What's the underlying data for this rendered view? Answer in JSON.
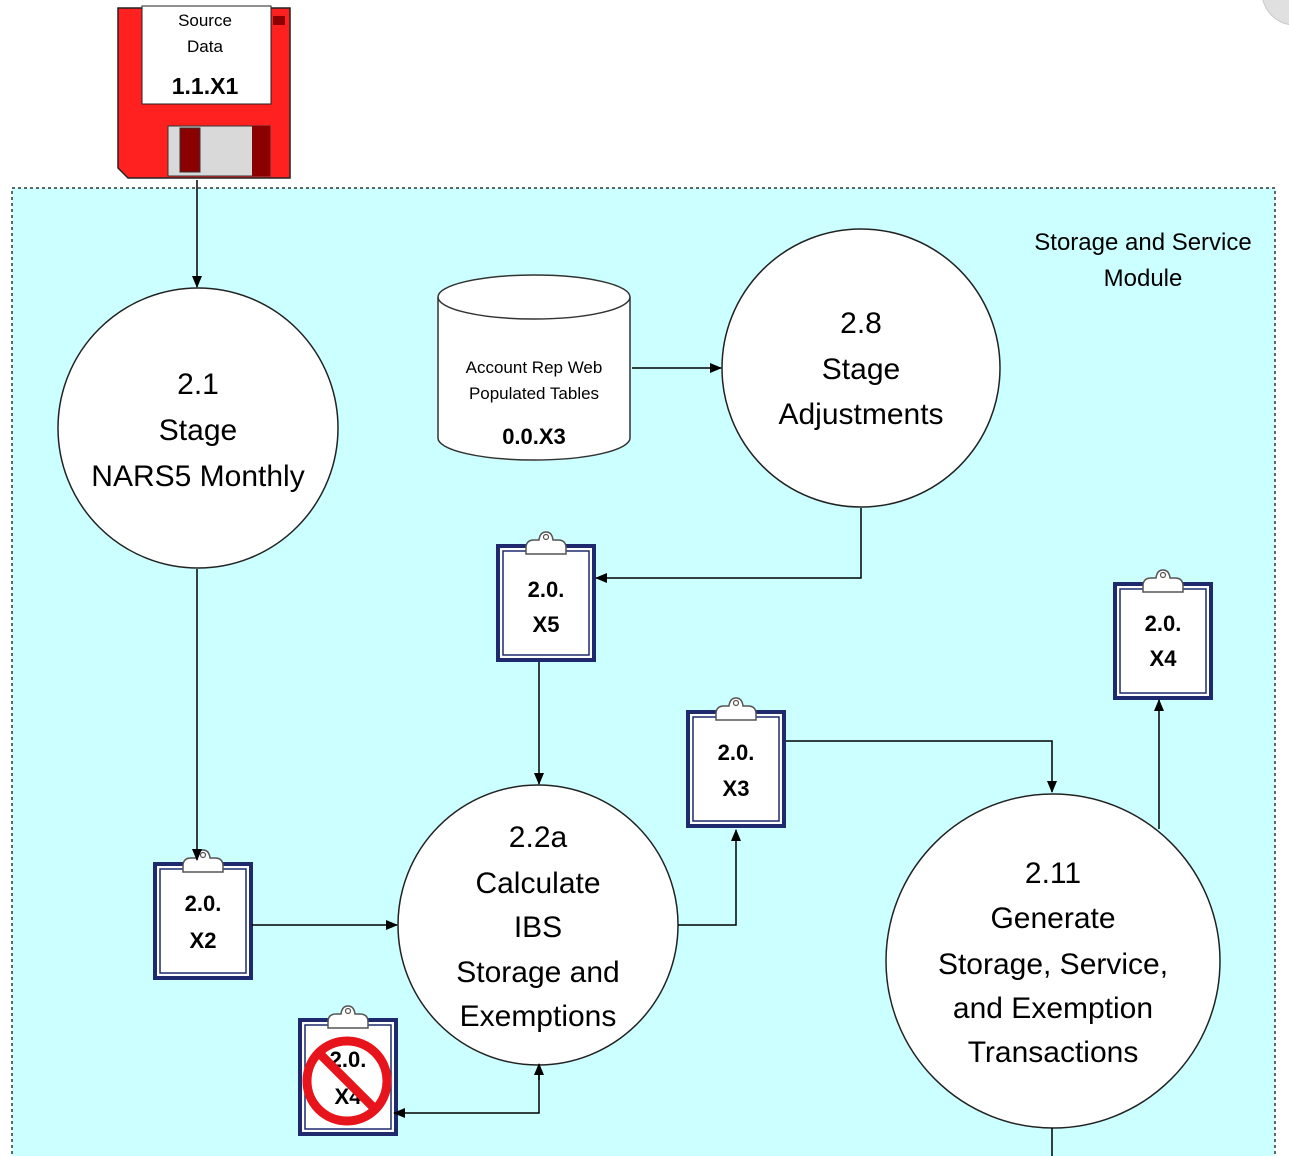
{
  "module": {
    "title_line1": "Storage and Service",
    "title_line2": "Module",
    "background_color": "#ccffff"
  },
  "disk": {
    "label_line1": "Source",
    "label_line2": "Data",
    "id": "1.1.X1",
    "color": "#ff2020"
  },
  "datastore": {
    "label_line1": "Account Rep Web",
    "label_line2": "Populated Tables",
    "id": "0.0.X3"
  },
  "processes": {
    "p21": {
      "num": "2.1",
      "line1": "Stage",
      "line2": "NARS5 Monthly"
    },
    "p28": {
      "num": "2.8",
      "line1": "Stage",
      "line2": "Adjustments"
    },
    "p22a": {
      "num": "2.2a",
      "line1": "Calculate",
      "line2": "IBS",
      "line3": "Storage and",
      "line4": "Exemptions"
    },
    "p211": {
      "num": "2.11",
      "line1": "Generate",
      "line2": "Storage, Service,",
      "line3": "and Exemption",
      "line4": "Transactions"
    }
  },
  "clipboards": {
    "x5": {
      "line1": "2.0.",
      "line2": "X5"
    },
    "x4_right": {
      "line1": "2.0.",
      "line2": "X4"
    },
    "x3": {
      "line1": "2.0.",
      "line2": "X3"
    },
    "x2": {
      "line1": "2.0.",
      "line2": "X2"
    },
    "x4_blocked": {
      "line1": "2.0.",
      "line2": "X4"
    }
  },
  "colors": {
    "clipboard_border": "#1f2a6e",
    "no_symbol": "#e8141c"
  }
}
